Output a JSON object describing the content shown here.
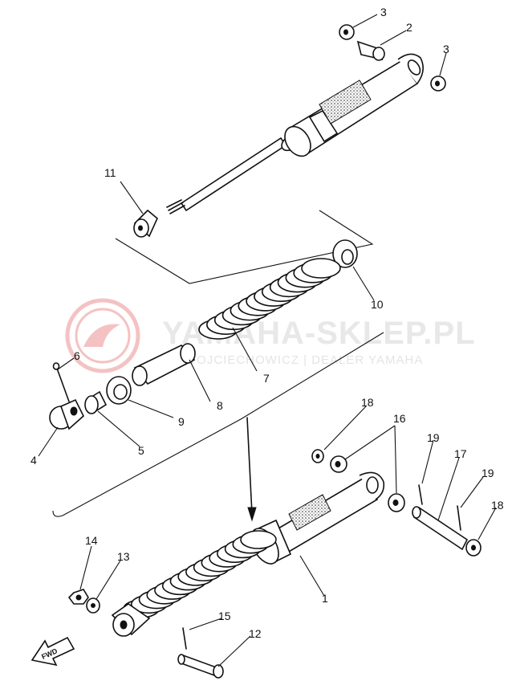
{
  "watermark": {
    "title": "YAMAHA-SKLEP.PL",
    "subtitle": "WOJCIECHOWICZ | DEALER YAMAHA",
    "logo_color": "#e05252"
  },
  "fwd_label": "FWD",
  "callouts": {
    "c1": "1",
    "c2": "2",
    "c3a": "3",
    "c3b": "3",
    "c4": "4",
    "c5": "5",
    "c6": "6",
    "c7": "7",
    "c8": "8",
    "c9": "9",
    "c10": "10",
    "c11": "11",
    "c12": "12",
    "c13": "13",
    "c14": "14",
    "c15": "15",
    "c16": "16",
    "c17": "17",
    "c18a": "18",
    "c18b": "18",
    "c19a": "19",
    "c19b": "19"
  }
}
